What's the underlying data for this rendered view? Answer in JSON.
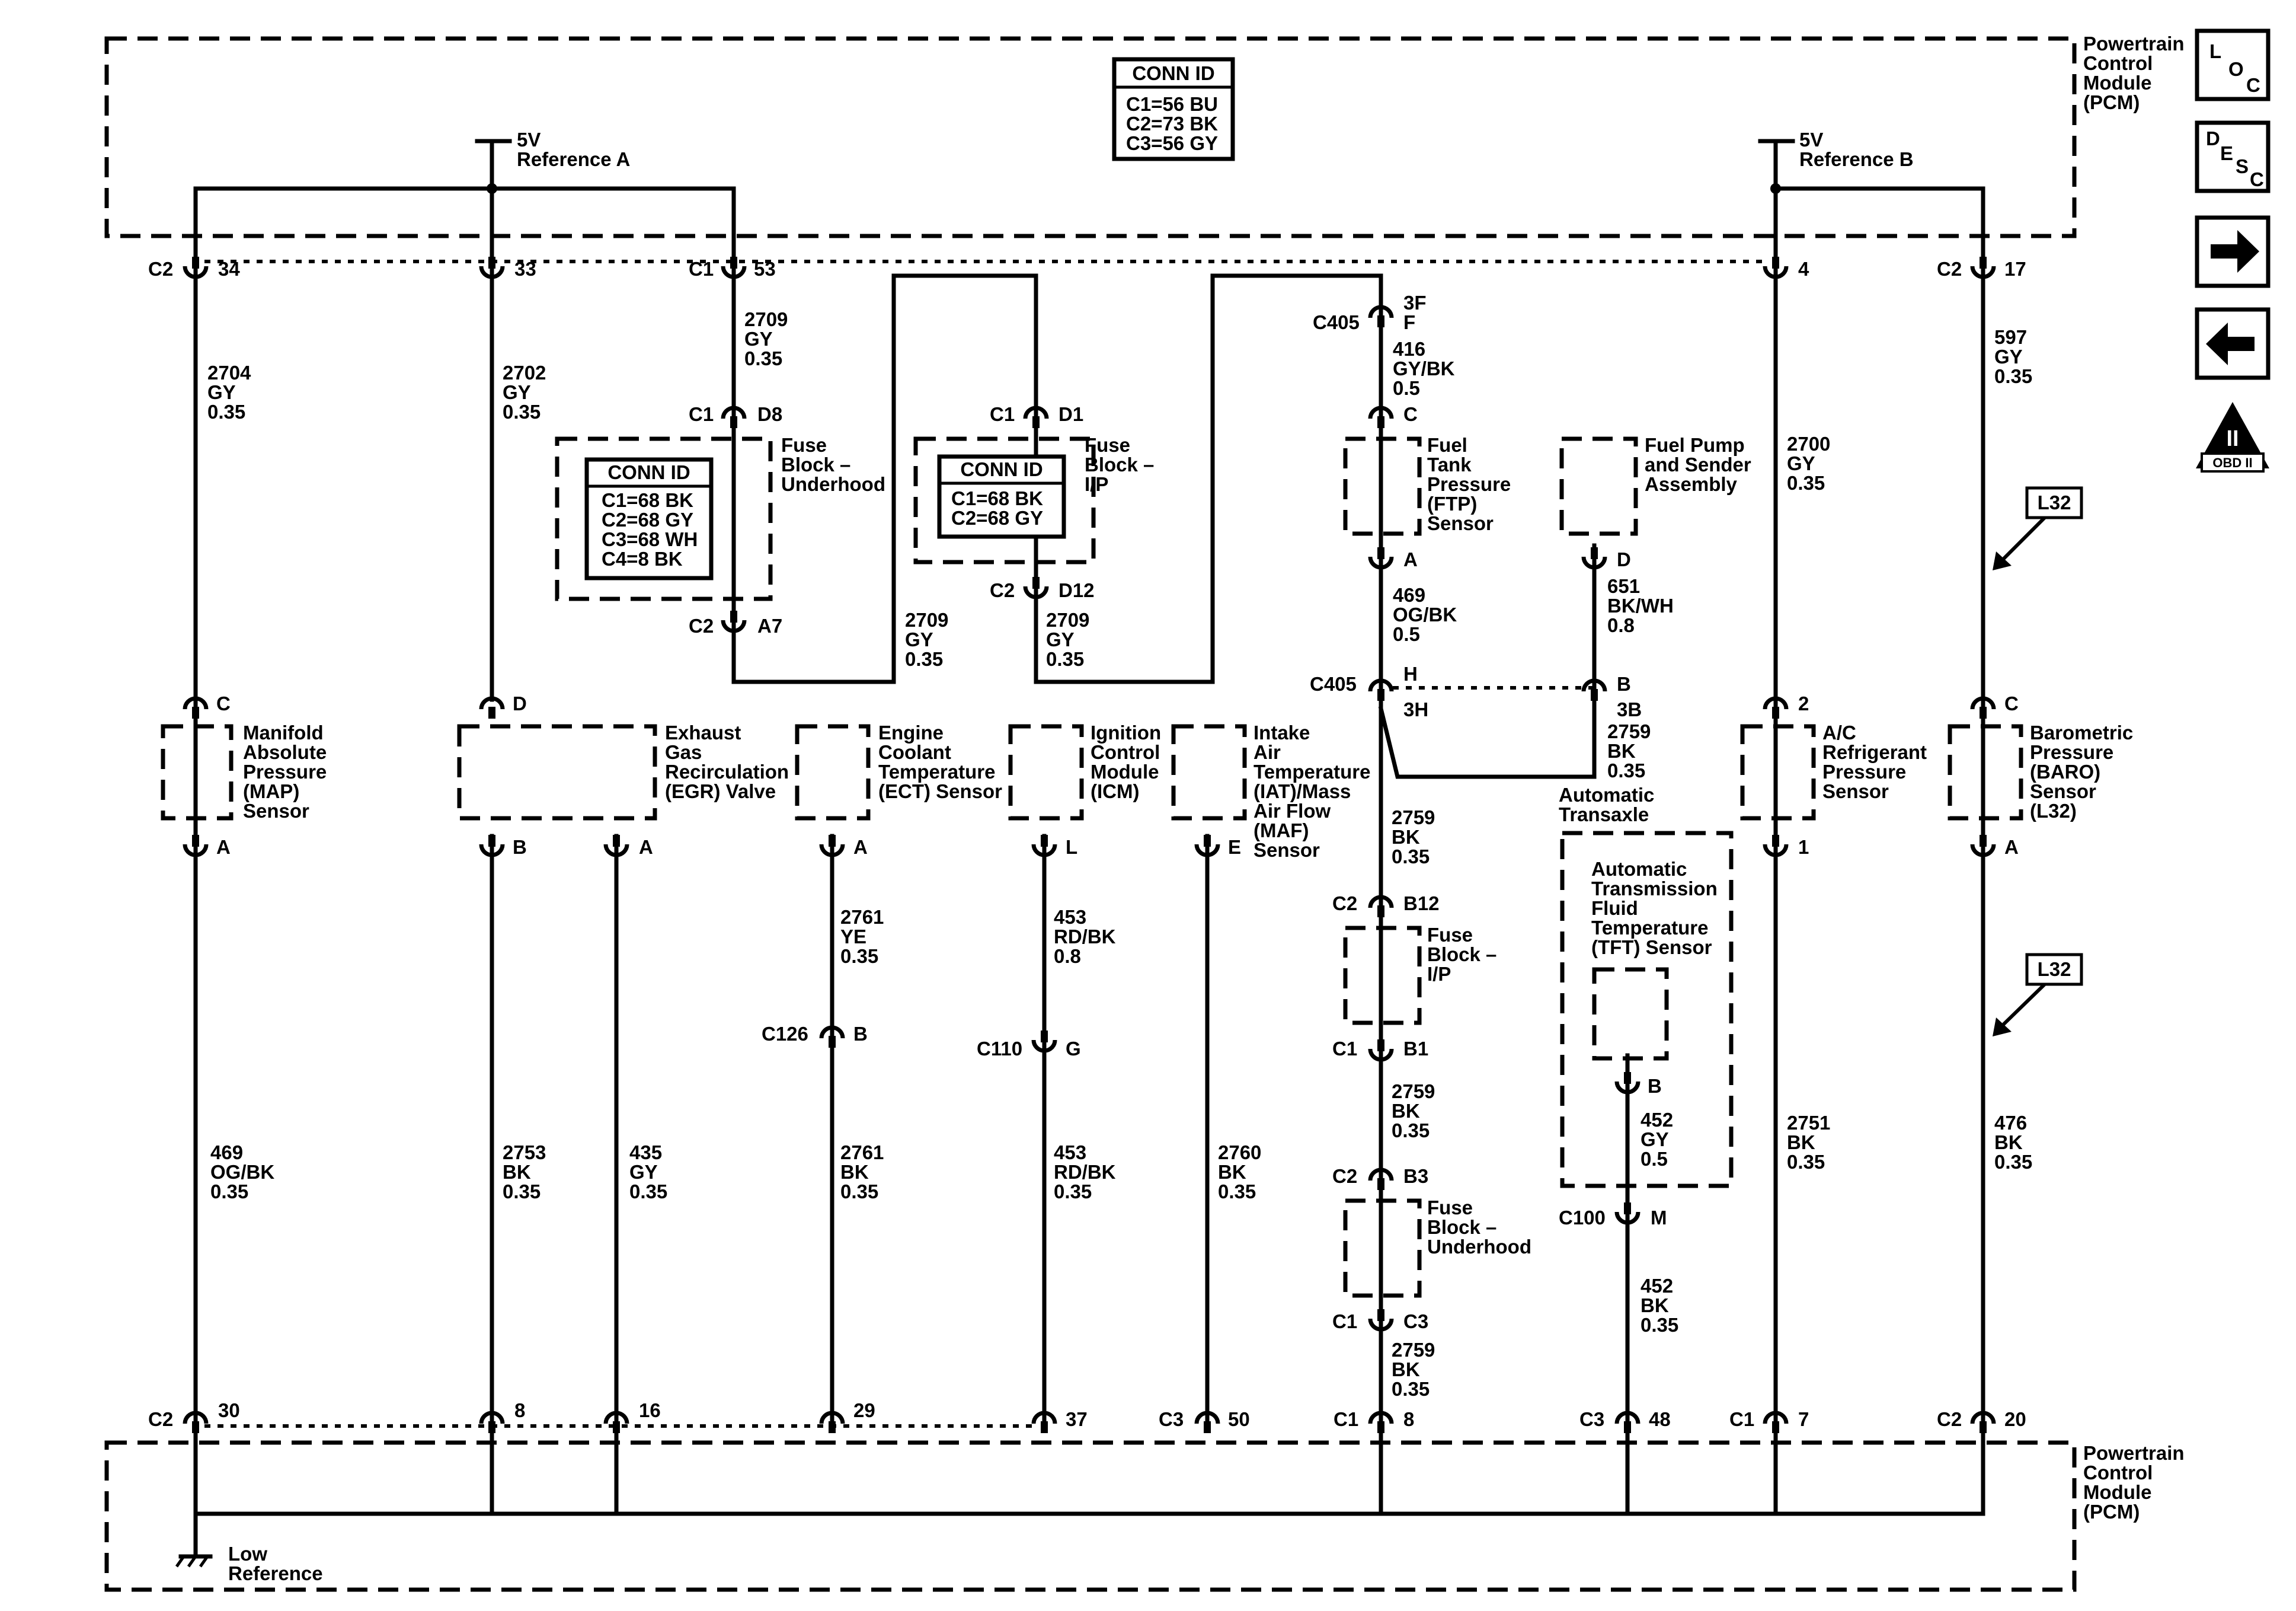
{
  "pcm_top": {
    "label": [
      "Powertrain",
      "Control",
      "Module",
      "(PCM)"
    ]
  },
  "pcm_bottom": {
    "label": [
      "Powertrain",
      "Control",
      "Module",
      "(PCM)"
    ]
  },
  "pcm_conn_id": {
    "title": "CONN ID",
    "lines": [
      "C1=56 BU",
      "C2=73 BK",
      "C3=56 GY"
    ]
  },
  "fuse_uh_conn_id": {
    "title": "CONN ID",
    "lines": [
      "C1=68 BK",
      "C2=68 GY",
      "C3=68 WH",
      "C4=8 BK"
    ]
  },
  "fuse_ip_conn_id": {
    "title": "CONN ID",
    "lines": [
      "C1=68 BK",
      "C2=68 GY"
    ]
  },
  "ref_a": {
    "volt": "5V",
    "name": "Reference A"
  },
  "ref_b": {
    "volt": "5V",
    "name": "Reference B"
  },
  "low_ref": [
    "Low",
    "Reference"
  ],
  "nav_icons": {
    "loc": [
      "L",
      "O",
      "C"
    ],
    "desc": [
      "D",
      "E",
      "S",
      "C"
    ],
    "obd": [
      "II",
      "OBD II"
    ]
  },
  "l32_tags": [
    "L32",
    "L32"
  ],
  "components": {
    "map": [
      "Manifold",
      "Absolute",
      "Pressure",
      "(MAP)",
      "Sensor"
    ],
    "egr": [
      "Exhaust",
      "Gas",
      "Recirculation",
      "(EGR) Valve"
    ],
    "ect": [
      "Engine",
      "Coolant",
      "Temperature",
      "(ECT) Sensor"
    ],
    "icm": [
      "Ignition",
      "Control",
      "Module",
      "(ICM)"
    ],
    "iat": [
      "Intake",
      "Air",
      "Temperature",
      "(IAT)/Mass",
      "Air Flow",
      "(MAF)",
      "Sensor"
    ],
    "ftp": [
      "Fuel",
      "Tank",
      "Pressure",
      "(FTP)",
      "Sensor"
    ],
    "fuel_pump": [
      "Fuel Pump",
      "and Sender",
      "Assembly"
    ],
    "ac": [
      "A/C",
      "Refrigerant",
      "Pressure",
      "Sensor"
    ],
    "baro": [
      "Barometric",
      "Pressure",
      "(BARO)",
      "Sensor",
      "(L32)"
    ],
    "fuse_block_underhood_1": [
      "Fuse",
      "Block –",
      "Underhood"
    ],
    "fuse_block_ip_1": [
      "Fuse",
      "Block –",
      "I/P"
    ],
    "fuse_block_ip_2": [
      "Fuse",
      "Block –",
      "I/P"
    ],
    "fuse_block_underhood_2": [
      "Fuse",
      "Block –",
      "Underhood"
    ],
    "auto_transaxle": [
      "Automatic",
      "Transaxle"
    ],
    "tft": [
      "Automatic",
      "Transmission",
      "Fluid",
      "Temperature",
      "(TFT) Sensor"
    ]
  },
  "wires": {
    "w2704": [
      "2704",
      "GY",
      "0.35"
    ],
    "w2702": [
      "2702",
      "GY",
      "0.35"
    ],
    "w2709a": [
      "2709",
      "GY",
      "0.35"
    ],
    "w2709b": [
      "2709",
      "GY",
      "0.35"
    ],
    "w2709c": [
      "2709",
      "GY",
      "0.35"
    ],
    "w416": [
      "416",
      "GY/BK",
      "0.5"
    ],
    "w469a": [
      "469",
      "OG/BK",
      "0.5"
    ],
    "w651": [
      "651",
      "BK/WH",
      "0.8"
    ],
    "w2759a": [
      "2759",
      "BK",
      "0.35"
    ],
    "w2759b": [
      "2759",
      "BK",
      "0.35"
    ],
    "w2759c": [
      "2759",
      "BK",
      "0.35"
    ],
    "w2759d": [
      "2759",
      "BK",
      "0.35"
    ],
    "w2700": [
      "2700",
      "GY",
      "0.35"
    ],
    "w597": [
      "597",
      "GY",
      "0.35"
    ],
    "w2761a": [
      "2761",
      "YE",
      "0.35"
    ],
    "w453a": [
      "453",
      "RD/BK",
      "0.8"
    ],
    "w469b": [
      "469",
      "OG/BK",
      "0.35"
    ],
    "w2753": [
      "2753",
      "BK",
      "0.35"
    ],
    "w435": [
      "435",
      "GY",
      "0.35"
    ],
    "w2761b": [
      "2761",
      "BK",
      "0.35"
    ],
    "w453b": [
      "453",
      "RD/BK",
      "0.35"
    ],
    "w2760": [
      "2760",
      "BK",
      "0.35"
    ],
    "w452a": [
      "452",
      "GY",
      "0.5"
    ],
    "w452b": [
      "452",
      "BK",
      "0.35"
    ],
    "w2751": [
      "2751",
      "BK",
      "0.35"
    ],
    "w476": [
      "476",
      "BK",
      "0.35"
    ]
  },
  "pins": {
    "top_c2_34": [
      "C2",
      "34"
    ],
    "top_33": "33",
    "top_c1_53": [
      "C1",
      "53"
    ],
    "top_4": "4",
    "top_c2_17": [
      "C2",
      "17"
    ],
    "c405_3f": [
      "3F",
      "C405",
      "F"
    ],
    "ftp_c": "C",
    "ftp_a": "A",
    "fp_d": "D",
    "c405_h": [
      "C405",
      "H",
      "3H"
    ],
    "c405_b": [
      "B",
      "3B"
    ],
    "fuse_uh_d8": [
      "C1",
      "D8"
    ],
    "fuse_uh_a7": [
      "C2",
      "A7"
    ],
    "fuse_ip_d1": [
      "C1",
      "D1"
    ],
    "fuse_ip_d12": [
      "C2",
      "D12"
    ],
    "map_c": "C",
    "map_a": "A",
    "egr_d": "D",
    "egr_b": "B",
    "egr_a": "A",
    "ect_a": "A",
    "icm_l": "L",
    "iat_e": "E",
    "ac_2": "2",
    "ac_1": "1",
    "baro_c": "C",
    "baro_a": "A",
    "c126_b": [
      "C126",
      "B"
    ],
    "c110_g": [
      "C110",
      "G"
    ],
    "ip_b12": [
      "C2",
      "B12"
    ],
    "ip_b1": [
      "C1",
      "B1"
    ],
    "uh_b3": [
      "C2",
      "B3"
    ],
    "uh_c3": [
      "C1",
      "C3"
    ],
    "tft_b": "B",
    "c100_m": [
      "C100",
      "M"
    ],
    "bot_c2_30": [
      "C2",
      "30"
    ],
    "bot_8": "8",
    "bot_16": "16",
    "bot_29": "29",
    "bot_37": "37",
    "bot_c3_50": [
      "C3",
      "50"
    ],
    "bot_c1_8": [
      "C1",
      "8"
    ],
    "bot_c3_48": [
      "C3",
      "48"
    ],
    "bot_c1_7": [
      "C1",
      "7"
    ],
    "bot_c2_20": [
      "C2",
      "20"
    ]
  }
}
